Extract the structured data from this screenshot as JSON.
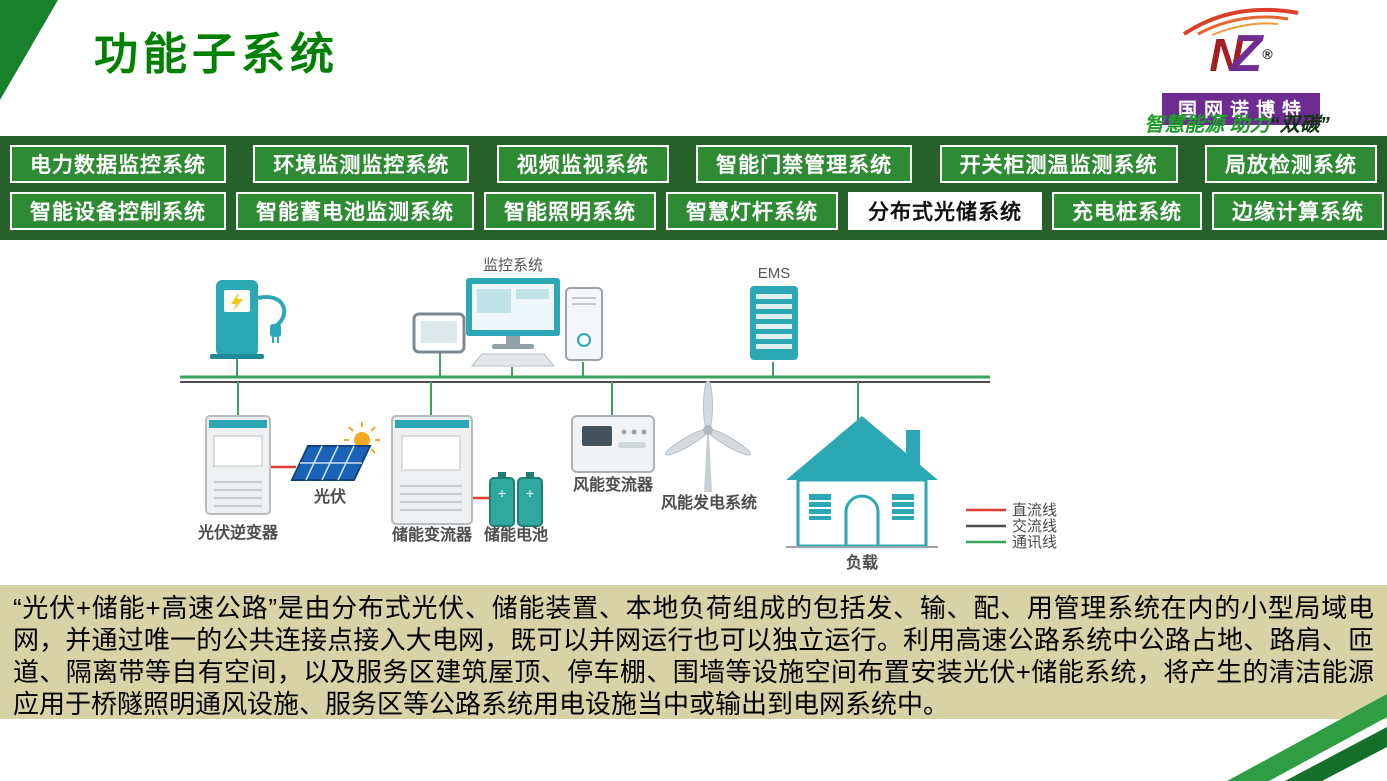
{
  "header": {
    "title": "功能子系统",
    "logo": {
      "letter_n": "N",
      "letter_z": "Z",
      "reg": "®",
      "brand": "国网诺博特",
      "slogan_1": "智慧能源",
      "slogan_2": "助力",
      "slogan_3": "“双碳”"
    }
  },
  "tabs": {
    "row1": [
      {
        "label": "电力数据监控系统",
        "active": false
      },
      {
        "label": "环境监测监控系统",
        "active": false
      },
      {
        "label": "视频监视系统",
        "active": false
      },
      {
        "label": "智能门禁管理系统",
        "active": false
      },
      {
        "label": "开关柜测温监测系统",
        "active": false
      },
      {
        "label": "局放检测系统",
        "active": false
      }
    ],
    "row2": [
      {
        "label": "智能设备控制系统",
        "active": false
      },
      {
        "label": "智能蓄电池监测系统",
        "active": false
      },
      {
        "label": "智能照明系统",
        "active": false
      },
      {
        "label": "智慧灯杆系统",
        "active": false
      },
      {
        "label": "分布式光储系统",
        "active": true
      },
      {
        "label": "充电桩系统",
        "active": false
      },
      {
        "label": "边缘计算系统",
        "active": false
      }
    ]
  },
  "diagram": {
    "labels": {
      "monitoring_system": "监控系统",
      "ems": "EMS",
      "pv": "光伏",
      "pv_inverter": "光伏逆变器",
      "storage_converter": "储能变流器",
      "storage_battery": "储能电池",
      "wind_converter": "风能变流器",
      "wind_power_system": "风能发电系统",
      "load": "负载"
    },
    "legend": [
      {
        "label": "直流线",
        "color": "#e03c31"
      },
      {
        "label": "交流线",
        "color": "#4d4d4d"
      },
      {
        "label": "通讯线",
        "color": "#3aa35a"
      }
    ]
  },
  "description": "“光伏+储能+高速公路”是由分布式光伏、储能装置、本地负荷组成的包括发、输、配、用管理系统在内的小型局域电网，并通过唯一的公共连接点接入大电网，既可以并网运行也可以独立运行。利用高速公路系统中公路占地、路肩、匝道、隔离带等自有空间，以及服务区建筑屋顶、停车棚、围墙等设施空间布置安装光伏+储能系统，将产生的清洁能源应用于桥隧照明通风设施、服务区等公路系统用电设施当中或输出到电网系统中。",
  "colors": {
    "title_green": "#008000",
    "tab_green": "#2e8b33",
    "band_green": "#27612a",
    "device_teal": "#2ba8b4",
    "dc_red": "#e03c31",
    "comm_green": "#3aa35a",
    "desc_bg": "#d8d2a6"
  }
}
